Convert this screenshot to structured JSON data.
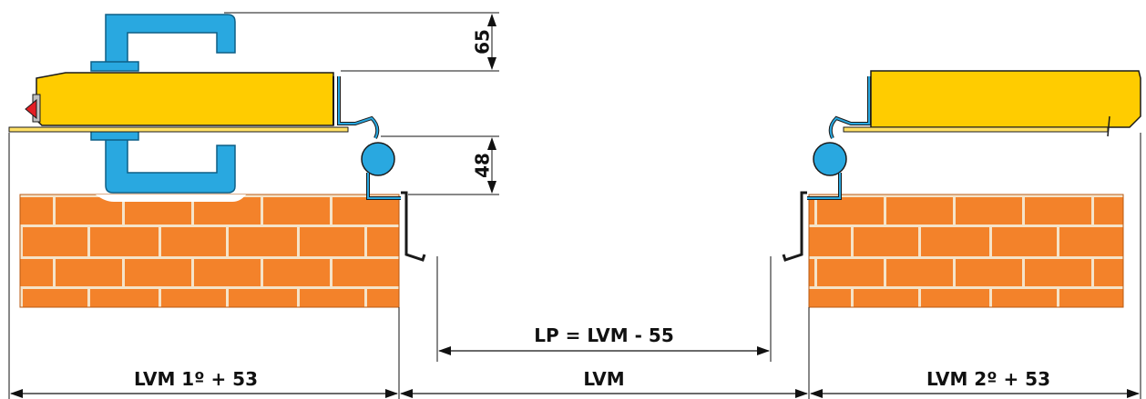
{
  "labels": {
    "height_top": "65",
    "height_bottom": "48",
    "lp_formula": "LP = LVM - 55",
    "lvm_left": "LVM 1º + 53",
    "lvm_center": "LVM",
    "lvm_right": "LVM 2º + 53"
  },
  "colors": {
    "panel_yellow": "#FFCC00",
    "panel_outline": "#1a1a1a",
    "handle_blue": "#29A8E0",
    "brick_orange": "#F3822A",
    "mortar": "#F5E3C8",
    "lock_red": "#E31E24",
    "line": "#111111"
  },
  "icons": {
    "handle": "c-shaped-door-handle-icon",
    "lock": "lock-icon",
    "hinge": "hinge-profile-icon",
    "arrow": "arrowhead-icon"
  }
}
